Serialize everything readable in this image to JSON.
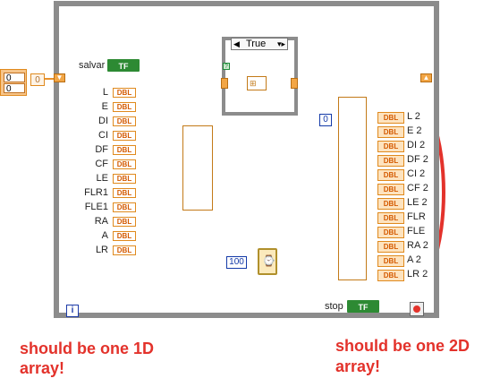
{
  "initial_array": {
    "index_top": "0",
    "index_bottom": "0",
    "indicator_value": "0"
  },
  "salvar": {
    "label": "salvar",
    "button": "TF"
  },
  "case_structure": {
    "selector": "True"
  },
  "indicators_left": [
    "L",
    "E",
    "DI",
    "CI",
    "DF",
    "CF",
    "LE",
    "FLR1",
    "FLE1",
    "RA",
    "A",
    "LR"
  ],
  "indicators_right": [
    "L 2",
    "E 2",
    "DI 2",
    "DF 2",
    "CI 2",
    "CF 2",
    "LE 2",
    "FLR",
    "FLE",
    "RA 2",
    "A  2",
    "LR 2"
  ],
  "dbl_tag": "DBL",
  "index_constant": "0",
  "wait_constant": "100",
  "stop": {
    "label": "stop",
    "button": "TF"
  },
  "loop_iteration": "i",
  "annotations": {
    "left_line1": "should be one 1D",
    "left_line2": "array!",
    "right_line1": "should be one 2D",
    "right_line2": "array!"
  },
  "colors": {
    "wire_orange": "#e8912c",
    "wire_green": "#1e8b3a",
    "annotation_red": "#e3322b",
    "loop_gray": "#8c8c8c",
    "numeric_blue": "#143aa8"
  }
}
